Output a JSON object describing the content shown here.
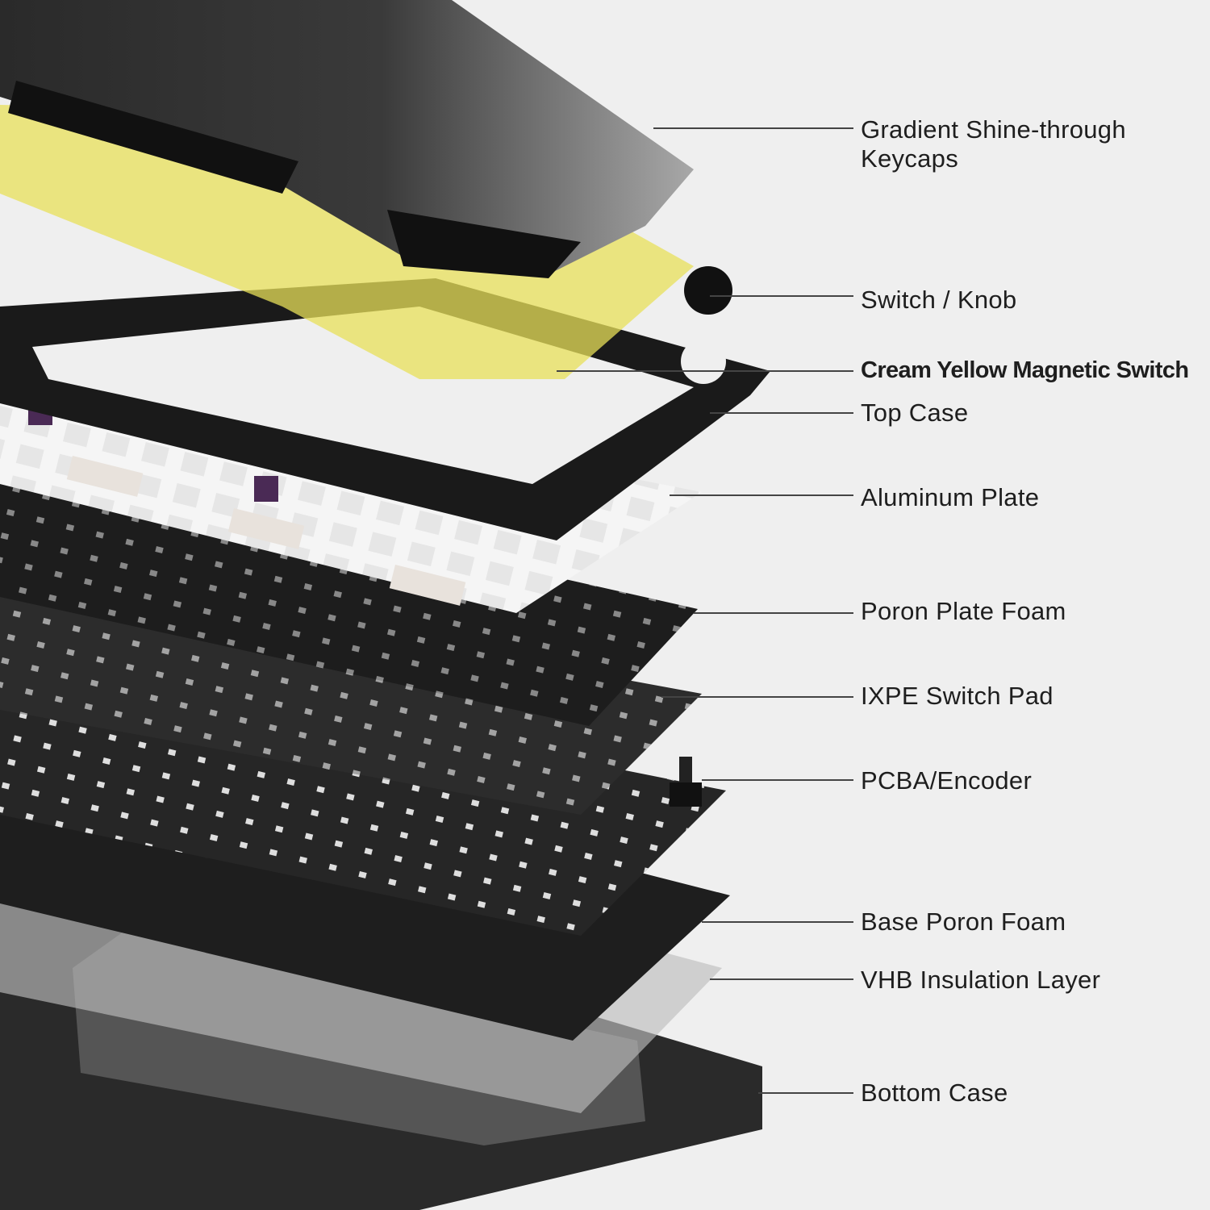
{
  "labels": [
    {
      "id": "keycaps",
      "line1": "Gradient Shine-through",
      "line2": "Keycaps"
    },
    {
      "id": "switch-knob",
      "line1": "Switch / Knob"
    },
    {
      "id": "cream-switch",
      "line1": "Cream Yellow Magnetic Switch"
    },
    {
      "id": "top-case",
      "line1": "Top Case"
    },
    {
      "id": "aluminum-plate",
      "line1": "Aluminum Plate"
    },
    {
      "id": "poron-plate-foam",
      "line1": "Poron Plate Foam"
    },
    {
      "id": "ixpe-switch-pad",
      "line1": "IXPE Switch Pad"
    },
    {
      "id": "pcba-encoder",
      "line1": "PCBA/Encoder"
    },
    {
      "id": "base-poron-foam",
      "line1": "Base Poron Foam"
    },
    {
      "id": "vhb-insulation",
      "line1": "VHB Insulation Layer"
    },
    {
      "id": "bottom-case",
      "line1": "Bottom Case"
    }
  ],
  "colors": {
    "background": "#efefef",
    "case": "#1c1c1c",
    "foam": "#222222",
    "plate": "#f4f4f4",
    "switch": "#e8e05a",
    "keycap_dark": "#1a1a1a",
    "keycap_light": "#9a9a9a",
    "text": "#1e1e1e"
  }
}
